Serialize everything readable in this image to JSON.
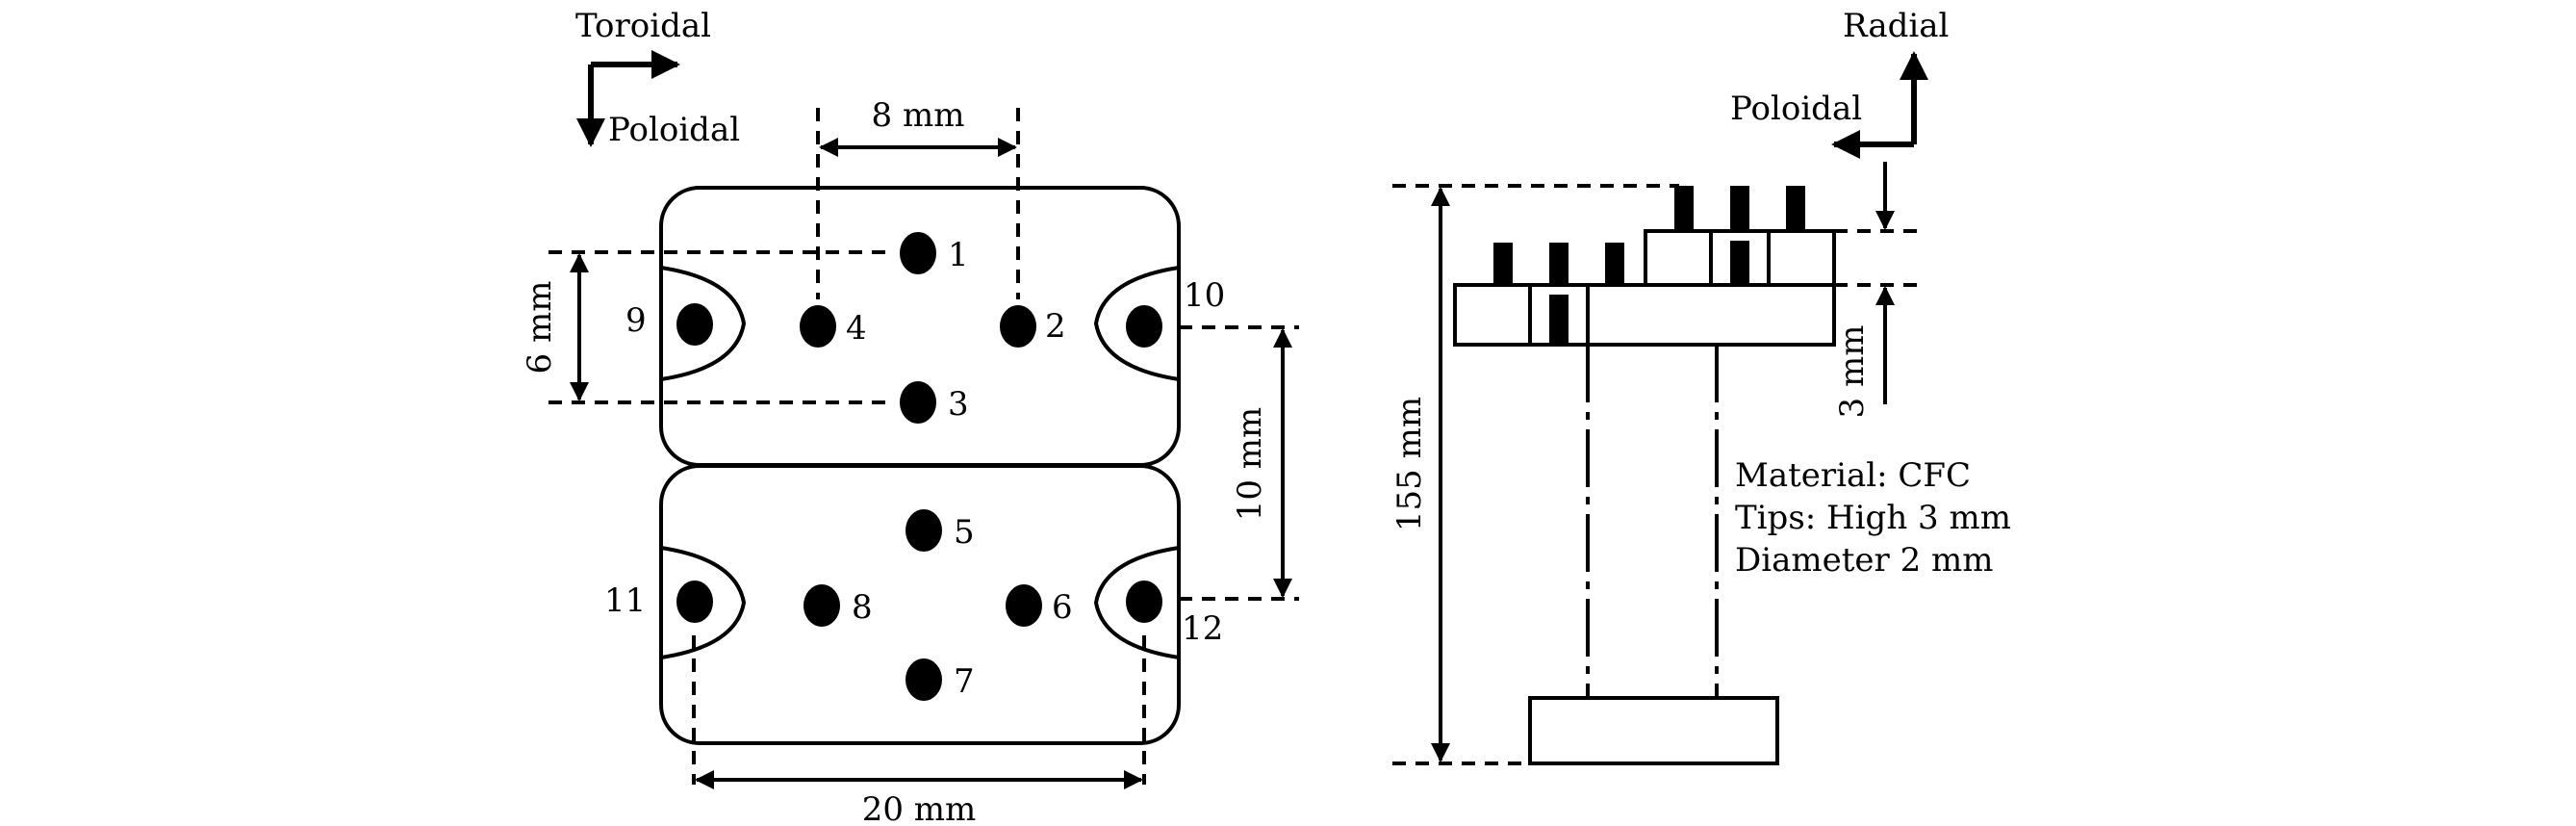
{
  "left_view": {
    "axis": {
      "toroidal": "Toroidal",
      "poloidal": "Poloidal"
    },
    "dims": {
      "d8": "8 mm",
      "d6": "6 mm",
      "d10": "10 mm",
      "d20": "20 mm"
    },
    "probes": [
      "1",
      "2",
      "3",
      "4",
      "5",
      "6",
      "7",
      "8",
      "9",
      "10",
      "11",
      "12"
    ]
  },
  "right_view": {
    "axis": {
      "radial": "Radial",
      "poloidal": "Poloidal"
    },
    "dims": {
      "d155": "155 mm",
      "d3": "3 mm"
    },
    "notes": {
      "material": "Material: CFC",
      "tips": "Tips: High 3 mm",
      "diameter": "Diameter 2 mm"
    }
  },
  "colors": {
    "ink": "#000000",
    "background": "#ffffff"
  }
}
